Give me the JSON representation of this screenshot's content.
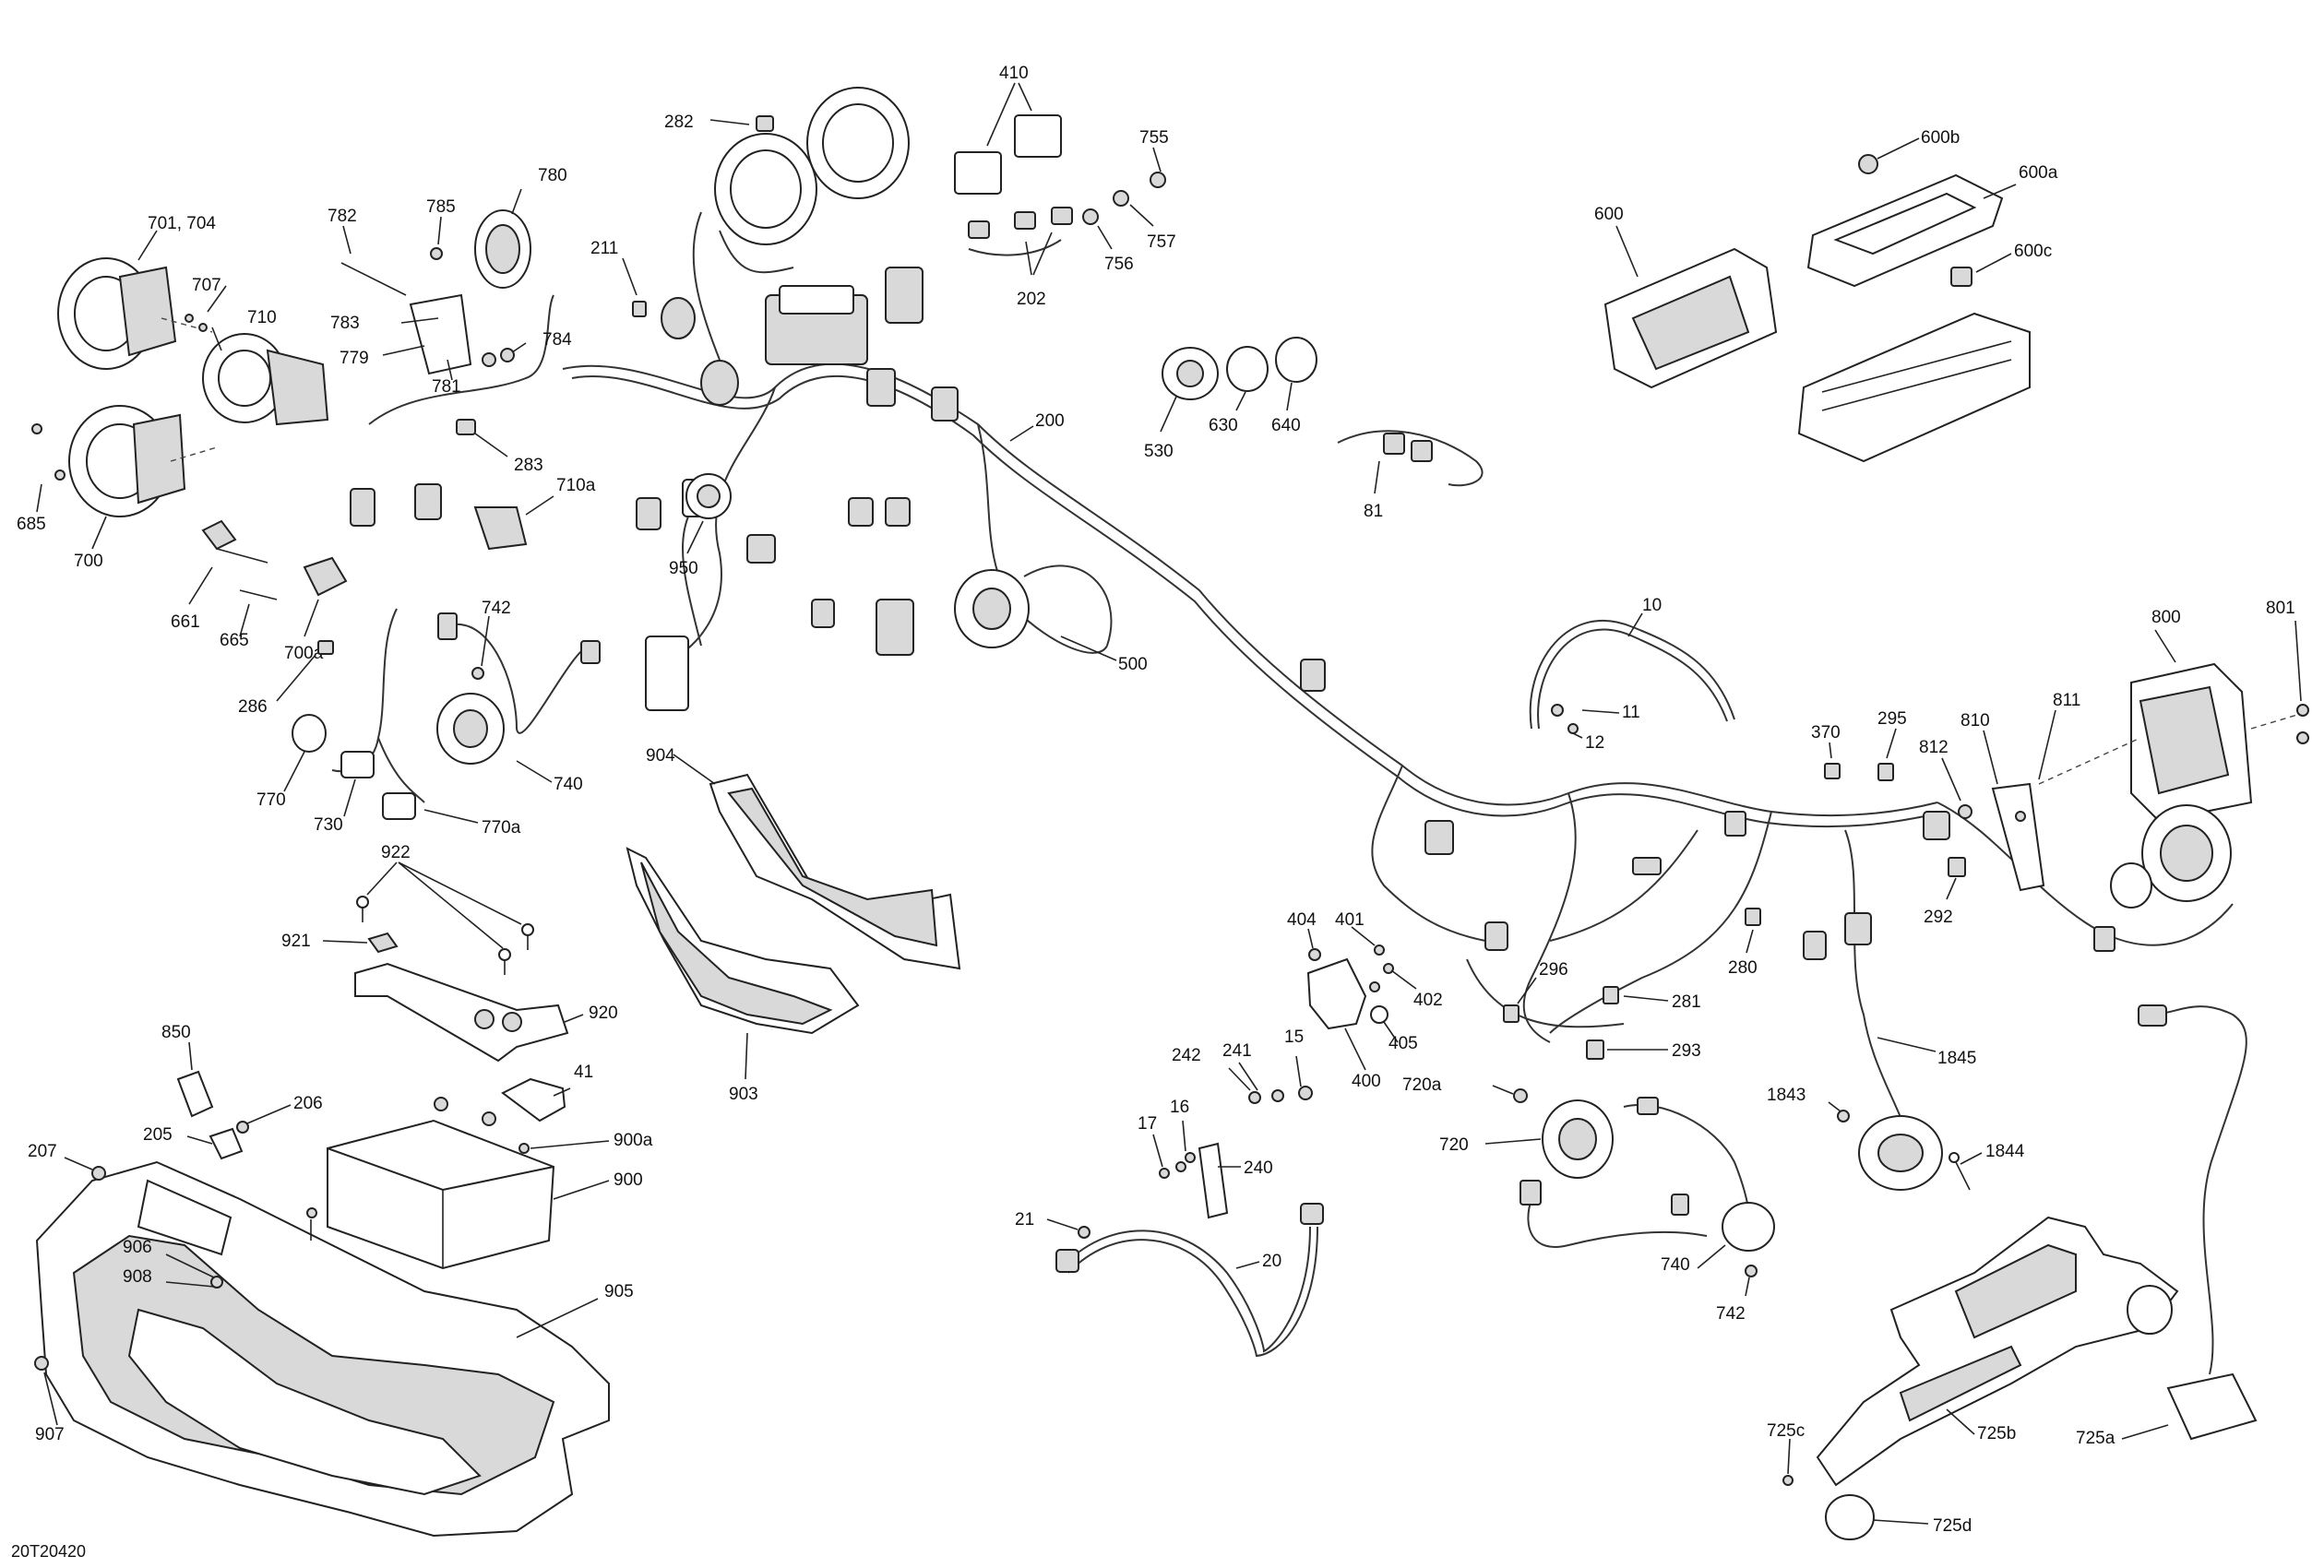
{
  "diagram": {
    "reference": "20T20420",
    "callouts": [
      "410",
      "755",
      "757",
      "756",
      "202",
      "282",
      "600b",
      "600a",
      "600",
      "600c",
      "701, 704",
      "707",
      "710",
      "685",
      "700",
      "661",
      "665",
      "700a",
      "782",
      "785",
      "780",
      "783",
      "779",
      "784",
      "781",
      "283",
      "710a",
      "211",
      "530",
      "630",
      "640",
      "81",
      "200",
      "950",
      "500",
      "742",
      "286",
      "770",
      "730",
      "770a",
      "740",
      "10",
      "11",
      "12",
      "800",
      "801",
      "811",
      "810",
      "812",
      "370",
      "295",
      "292",
      "904",
      "903",
      "922",
      "921",
      "920",
      "850",
      "206",
      "205",
      "207",
      "41",
      "900a",
      "900",
      "906",
      "908",
      "905",
      "907",
      "404",
      "401",
      "402",
      "405",
      "400",
      "296",
      "281",
      "293",
      "280",
      "1845",
      "1843",
      "1844",
      "720a",
      "720",
      "740",
      "742",
      "242",
      "241",
      "15",
      "16",
      "17",
      "240",
      "21",
      "20",
      "725c",
      "725b",
      "725a",
      "725d"
    ]
  }
}
